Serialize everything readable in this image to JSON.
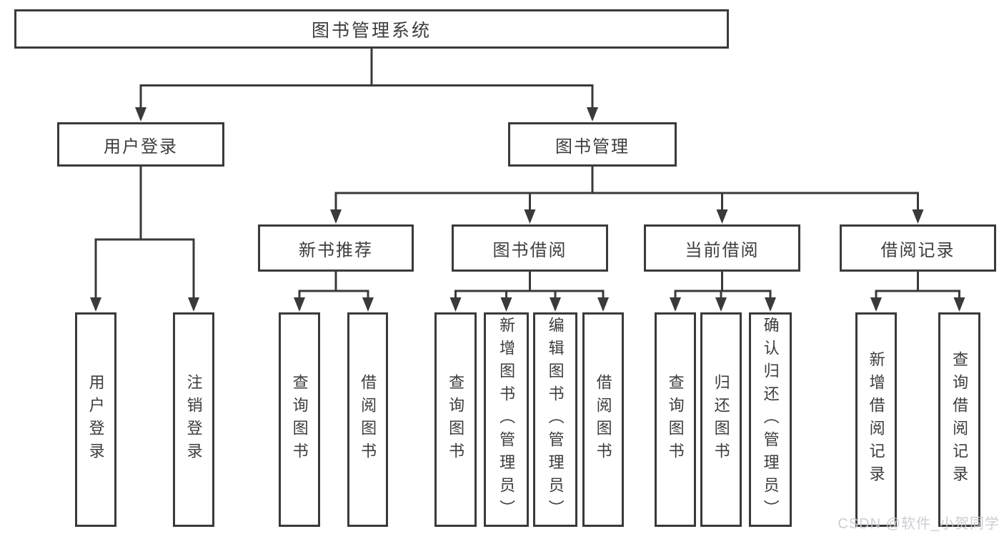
{
  "diagram": {
    "title": "图书管理系统",
    "level2": [
      "用户登录",
      "图书管理"
    ],
    "level3": [
      "新书推荐",
      "图书借阅",
      "当前借阅",
      "借阅记录"
    ],
    "leaves": {
      "user_login": [
        "用户登录",
        "注销登录"
      ],
      "new_book_recommendation": [
        "查询图书",
        "借阅图书"
      ],
      "book_borrowing": [
        "查询图书",
        "新增图书（管理员）",
        "编辑图书（管理员）",
        "借阅图书"
      ],
      "current_borrowing": [
        "查询图书",
        "归还图书",
        "确认归还（管理员）"
      ],
      "borrowing_records": [
        "新增借阅记录",
        "查询借阅记录"
      ]
    }
  },
  "colors": {
    "line": "#3a3a3a",
    "border": "#3a3a3a",
    "text": "#3d3d3d",
    "background": "#ffffff",
    "watermark": "#c9c9d0"
  },
  "watermark": "CSDN @软件_小贺同学"
}
